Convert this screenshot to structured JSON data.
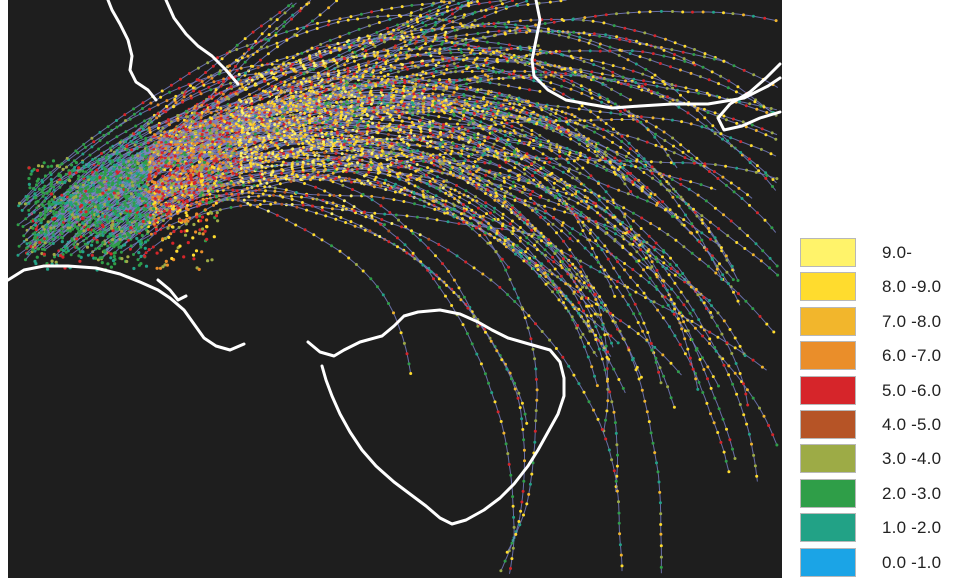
{
  "map": {
    "background_color": "#1e1e1e",
    "coastline_color": "#ffffff",
    "track_color": "#7a82c8"
  },
  "legend": {
    "items": [
      {
        "label": "9.0-",
        "color": "#fff36a"
      },
      {
        "label": "8.0 -9.0",
        "color": "#ffdc2e"
      },
      {
        "label": "7.0 -8.0",
        "color": "#f2b62c"
      },
      {
        "label": "6.0 -7.0",
        "color": "#ea8e2a"
      },
      {
        "label": "5.0 -6.0",
        "color": "#d6252a"
      },
      {
        "label": "4.0 -5.0",
        "color": "#b65426"
      },
      {
        "label": "3.0 -4.0",
        "color": "#9dab46"
      },
      {
        "label": "2.0 -3.0",
        "color": "#2f9e48"
      },
      {
        "label": "1.0 -2.0",
        "color": "#22a286"
      },
      {
        "label": "0.0 -1.0",
        "color": "#1ba4e6"
      }
    ]
  }
}
